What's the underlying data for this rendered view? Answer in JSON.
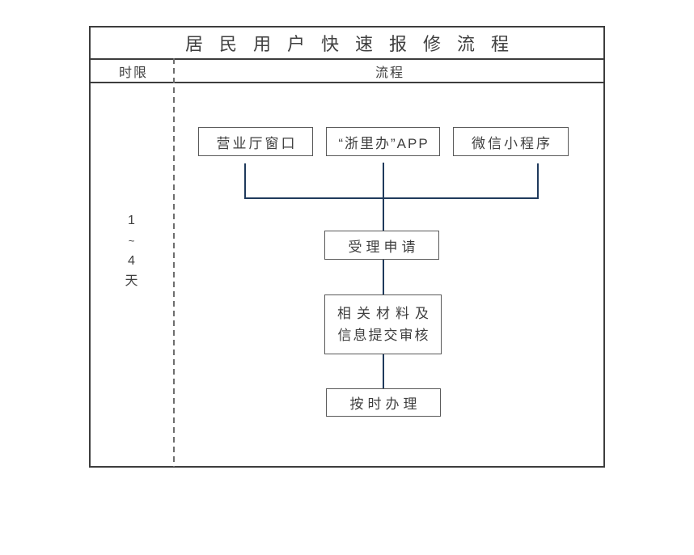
{
  "title": "居民用户快速报修流程",
  "header": {
    "time_limit": "时限",
    "process": "流程"
  },
  "timeline": {
    "lines": [
      "1",
      "~",
      "4",
      "天"
    ]
  },
  "channels": [
    {
      "label": "营业厅窗口"
    },
    {
      "label": "“浙里办”APP"
    },
    {
      "label": "微信小程序"
    }
  ],
  "steps": {
    "accept": "受理申请",
    "review_line1": "相关材料及",
    "review_line2": "信息提交审核",
    "handle": "按时办理"
  },
  "colors": {
    "connector": "#1f3a5c",
    "box_border": "#595959",
    "frame_border": "#3d3d3d",
    "text": "#404040"
  }
}
